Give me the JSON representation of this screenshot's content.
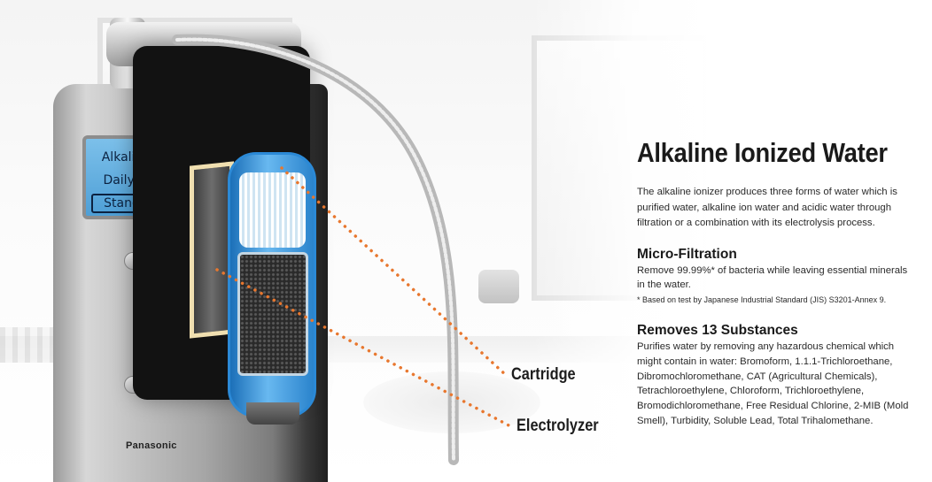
{
  "product": {
    "lcd_line1": "Alkaline 3",
    "lcd_line2": "Daily Life",
    "lcd_line3": "Standard",
    "brand": "Panasonic"
  },
  "callouts": {
    "cartridge": "Cartridge",
    "electrolyzer": "Electrolyzer"
  },
  "colors": {
    "callout_line": "#e8772e",
    "cartridge_blue": "#2b89d6"
  },
  "content": {
    "title": "Alkaline Ionized Water",
    "intro": "The alkaline ionizer produces three forms of water which is purified water, alkaline ion water and acidic water through filtration or a combination with its electrolysis process.",
    "micro": {
      "heading": "Micro-Filtration",
      "body": "Remove 99.99%* of bacteria while leaving essential minerals in the water.",
      "note": "* Based on test by Japanese Industrial Standard (JIS) S3201-Annex 9."
    },
    "removes": {
      "heading": "Removes 13 Substances",
      "body": "Purifies water by removing any hazardous chemical which might contain in water: Bromoform, 1.1.1-Trichloroethane, Dibromochloromethane, CAT (Agricultural Chemicals), Tetrachloroethylene, Chloroform, Trichloroethylene, Bromodichloromethane, Free Residual Chlorine, 2-MIB (Mold Smell), Turbidity, Soluble Lead, Total Trihalomethane."
    }
  }
}
